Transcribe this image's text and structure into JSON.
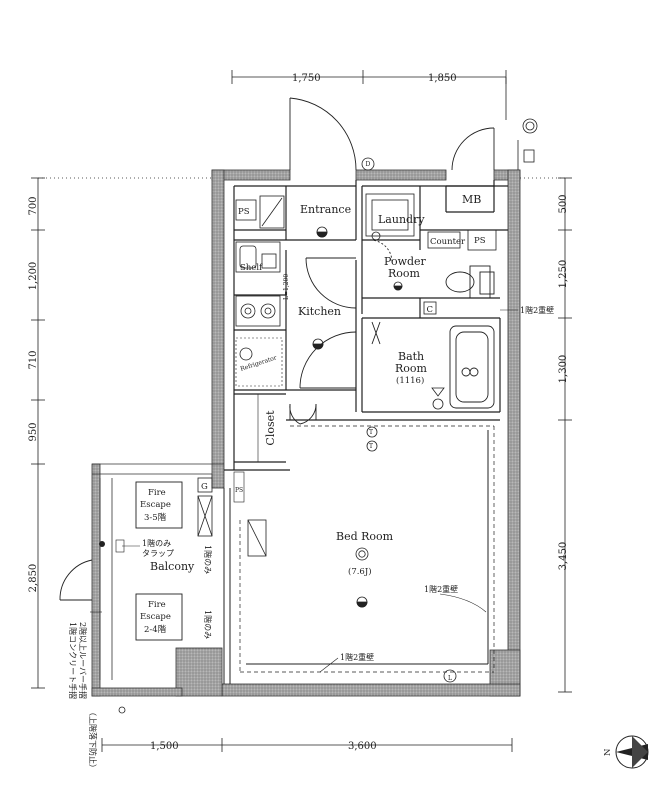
{
  "dimensions": {
    "top": [
      "1,750",
      "1,850"
    ],
    "bottom": [
      "1,500",
      "3,600"
    ],
    "left": [
      "700",
      "1,200",
      "710",
      "950",
      "2,850"
    ],
    "right": [
      "500",
      "1,250",
      "1,300",
      "3,450"
    ]
  },
  "rooms": {
    "entrance": "Entrance",
    "laundry": "Laundry",
    "mb": "MB",
    "ps_top_left": "PS",
    "counter": "Counter",
    "ps_right": "PS",
    "powder_room_line1": "Powder",
    "powder_room_line2": "Room",
    "shelf": "Shelf",
    "kitchen": "Kitchen",
    "kitchen_dim": "L=1,200",
    "refrigerator": "Refrigerator",
    "bath_line1": "Bath",
    "bath_line2": "Room",
    "bath_size": "(1116)",
    "closet": "Closet",
    "ps_mid": "PS",
    "g_box": "G",
    "bedroom": "Bed Room",
    "bedroom_size": "(7.6J)",
    "balcony": "Balcony",
    "fire_escape_upper_line1": "Fire",
    "fire_escape_upper_line2": "Escape",
    "fire_escape_upper_floors": "3-5階",
    "fire_escape_lower_line1": "Fire",
    "fire_escape_lower_line2": "Escape",
    "fire_escape_lower_floors": "2-4階",
    "c_marker": "C",
    "d_marker": "D",
    "l_marker": "L"
  },
  "notes": {
    "double_wall_right_top": "1階2重壁",
    "double_wall_bedroom": "1階2重壁",
    "double_wall_bottom": "1階2重壁",
    "trap_line1": "1階のみ",
    "trap_line2": "タラップ",
    "first_floor_only_a": "1階のみ",
    "first_floor_only_b": "1階のみ",
    "left_note_line1": "1階コンクリート手摺",
    "left_note_line2": "2階以上ルーバー手摺",
    "left_note_line3": "（上階落下防止）"
  },
  "icons": [
    "north-arrow-icon",
    "light-fixture-icon",
    "toilet-icon",
    "washbasin-icon",
    "stove-icon",
    "bathtub-icon"
  ],
  "colors": {
    "wall": "#9a9a9a",
    "line": "#222222"
  }
}
